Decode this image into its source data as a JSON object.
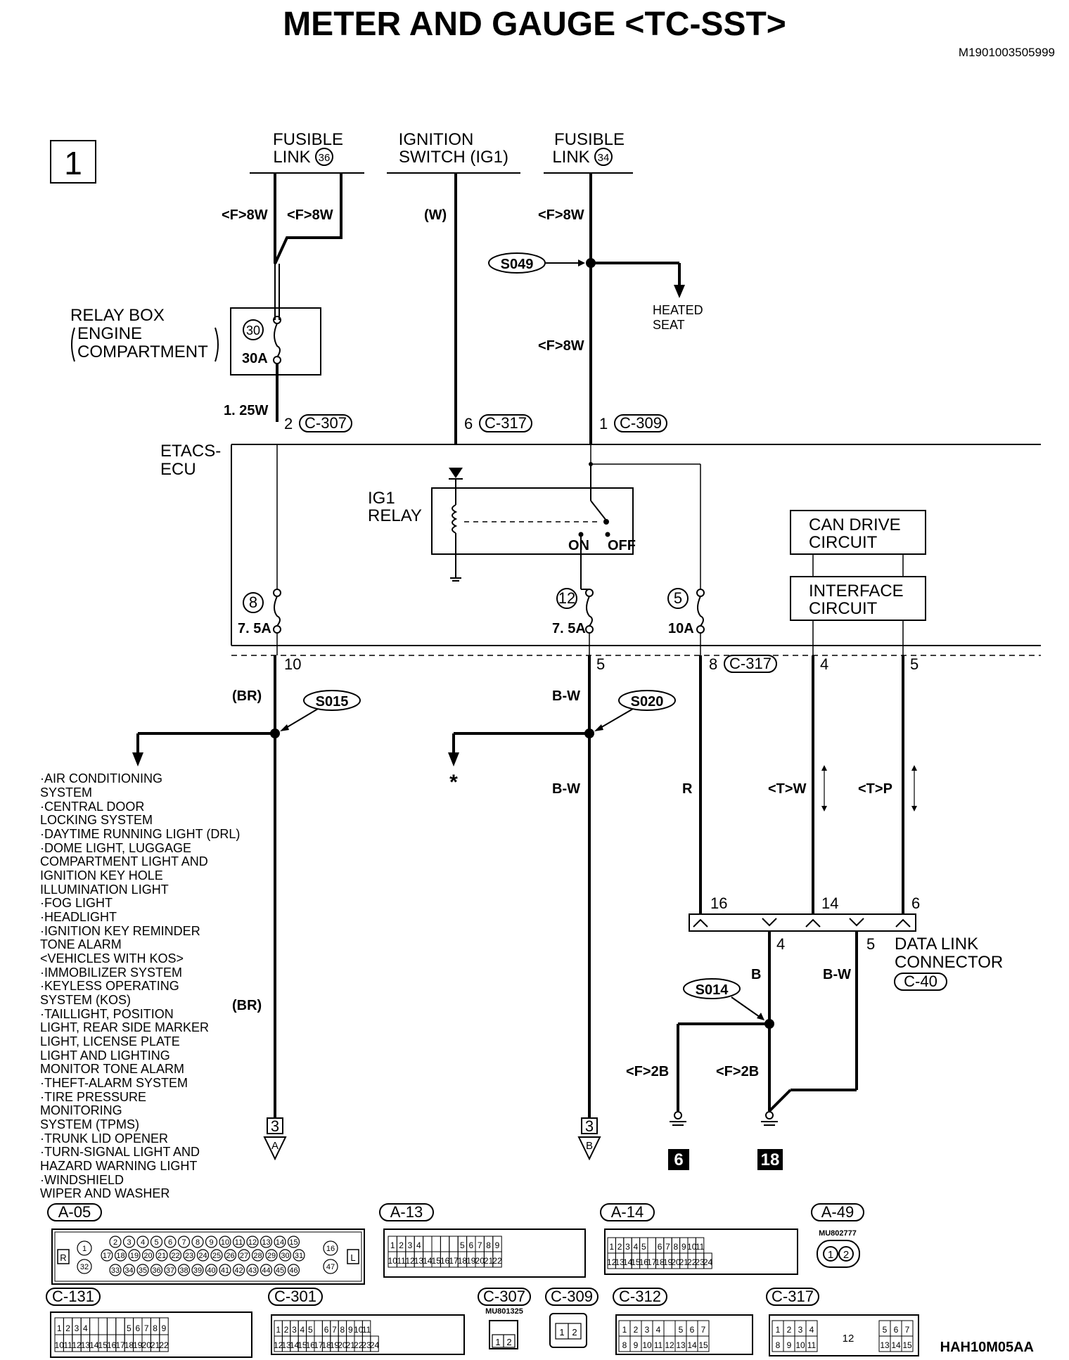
{
  "title": "METER AND GAUGE <TC-SST>",
  "doc_code": "M1901003505999",
  "figure_code": "HAH10M05AA",
  "page_box": "1",
  "sources": {
    "fusible_link_36": {
      "line1": "FUSIBLE",
      "line2": "LINK",
      "num": "36"
    },
    "ignition_switch": {
      "line1": "IGNITION",
      "line2": "SWITCH (IG1)"
    },
    "fusible_link_34": {
      "line1": "FUSIBLE",
      "line2": "LINK",
      "num": "34"
    }
  },
  "wire_labels": {
    "f8w_a": "<F>8W",
    "f8w_b": "<F>8W",
    "w": "(W)",
    "f8w_c": "<F>8W",
    "f8w_d": "<F>8W",
    "w125": "1. 25W",
    "br1": "(BR)",
    "br2": "(BR)",
    "bw1": "B-W",
    "bw2": "B-W",
    "r": "R",
    "tw": "<T>W",
    "tp": "<T>P",
    "b": "B",
    "bw3": "B-W",
    "f2b_a": "<F>2B",
    "f2b_b": "<F>2B"
  },
  "splices": {
    "s049": "S049",
    "s015": "S015",
    "s020": "S020",
    "s014": "S014"
  },
  "heated_seat": {
    "line1": "HEATED",
    "line2": "SEAT"
  },
  "relay_box": {
    "line1": "RELAY BOX",
    "line2": "ENGINE",
    "line3": "COMPARTMENT",
    "fuse_num": "30",
    "fuse_rating": "30A"
  },
  "etacs": {
    "line1": "ETACS-",
    "line2": "ECU"
  },
  "ig1_relay": {
    "line1": "IG1",
    "line2": "RELAY",
    "on": "ON",
    "off": "OFF"
  },
  "can_drive": {
    "line1": "CAN DRIVE",
    "line2": "CIRCUIT"
  },
  "interface": {
    "line1": "INTERFACE",
    "line2": "CIRCUIT"
  },
  "fuses": {
    "f8": {
      "num": "8",
      "rating": "7. 5A"
    },
    "f12": {
      "num": "12",
      "rating": "7. 5A"
    },
    "f5": {
      "num": "5",
      "rating": "10A"
    }
  },
  "pins": {
    "c307_pin": "2",
    "c307": "C-307",
    "c317_pin": "6",
    "c317": "C-317",
    "c309_pin": "1",
    "c309": "C-309",
    "p10": "10",
    "p5a": "5",
    "p8": "8",
    "c317b": "C-317",
    "p4": "4",
    "p5b": "5",
    "dl16": "16",
    "dl14": "14",
    "dl6": "6",
    "dl4": "4",
    "dl5": "5"
  },
  "data_link": {
    "line1": "DATA LINK",
    "line2": "CONNECTOR",
    "conn": "C-40"
  },
  "asterisk": "*",
  "grounds": {
    "g6": "6",
    "g18": "18"
  },
  "continues": {
    "a_num": "3",
    "a_letter": "A",
    "b_num": "3",
    "b_letter": "B"
  },
  "systems": [
    "·AIR CONDITIONING",
    " SYSTEM",
    "·CENTRAL DOOR",
    " LOCKING SYSTEM",
    "·DAYTIME RUNNING LIGHT (DRL)",
    "·DOME LIGHT, LUGGAGE",
    " COMPARTMENT LIGHT AND",
    " IGNITION KEY HOLE",
    " ILLUMINATION LIGHT",
    "·FOG LIGHT",
    "·HEADLIGHT",
    "·IGNITION KEY REMINDER",
    " TONE ALARM",
    " <VEHICLES WITH KOS>",
    "·IMMOBILIZER SYSTEM",
    "·KEYLESS OPERATING",
    " SYSTEM (KOS)",
    "·TAILLIGHT, POSITION",
    " LIGHT, REAR SIDE MARKER",
    " LIGHT, LICENSE PLATE",
    " LIGHT AND LIGHTING",
    " MONITOR TONE ALARM",
    "·THEFT-ALARM SYSTEM",
    "·TIRE PRESSURE",
    " MONITORING",
    " SYSTEM (TPMS)",
    "·TRUNK LID OPENER",
    "·TURN-SIGNAL LIGHT AND",
    " HAZARD WARNING LIGHT",
    "·WINDSHIELD",
    " WIPER AND WASHER"
  ],
  "connectors": {
    "a05": {
      "name": "A-05",
      "r": "R",
      "l": "L"
    },
    "a13": {
      "name": "A-13"
    },
    "a14": {
      "name": "A-14"
    },
    "a49": {
      "name": "A-49",
      "part": "MU802777"
    },
    "c131": {
      "name": "C-131"
    },
    "c301": {
      "name": "C-301"
    },
    "c307": {
      "name": "C-307",
      "part": "MU801325"
    },
    "c309": {
      "name": "C-309"
    },
    "c312": {
      "name": "C-312"
    },
    "c317": {
      "name": "C-317",
      "mid": "12"
    }
  }
}
